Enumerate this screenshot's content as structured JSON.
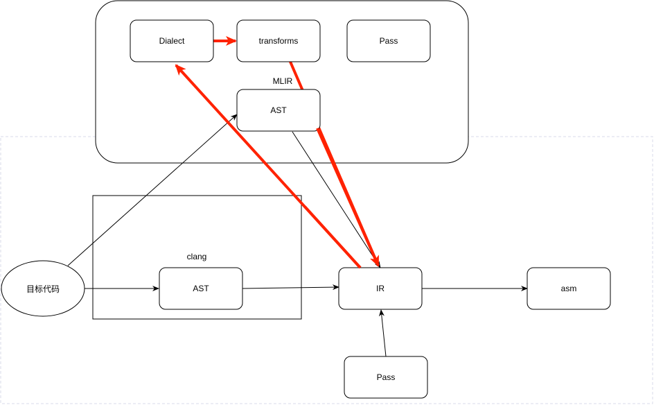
{
  "mlir_group": {
    "label": "MLIR"
  },
  "clang_group": {
    "label": "clang"
  },
  "nodes": {
    "dialect": "Dialect",
    "transforms": "transforms",
    "pass_top": "Pass",
    "ast_mlir": "AST",
    "source": "目标代码",
    "ast_clang": "AST",
    "ir": "IR",
    "asm": "asm",
    "pass_bottom": "Pass"
  },
  "colors": {
    "line": "#000000",
    "highlight": "#ff2200",
    "frame_dashed": "#dadbe8",
    "node_fill": "#ffffff"
  }
}
